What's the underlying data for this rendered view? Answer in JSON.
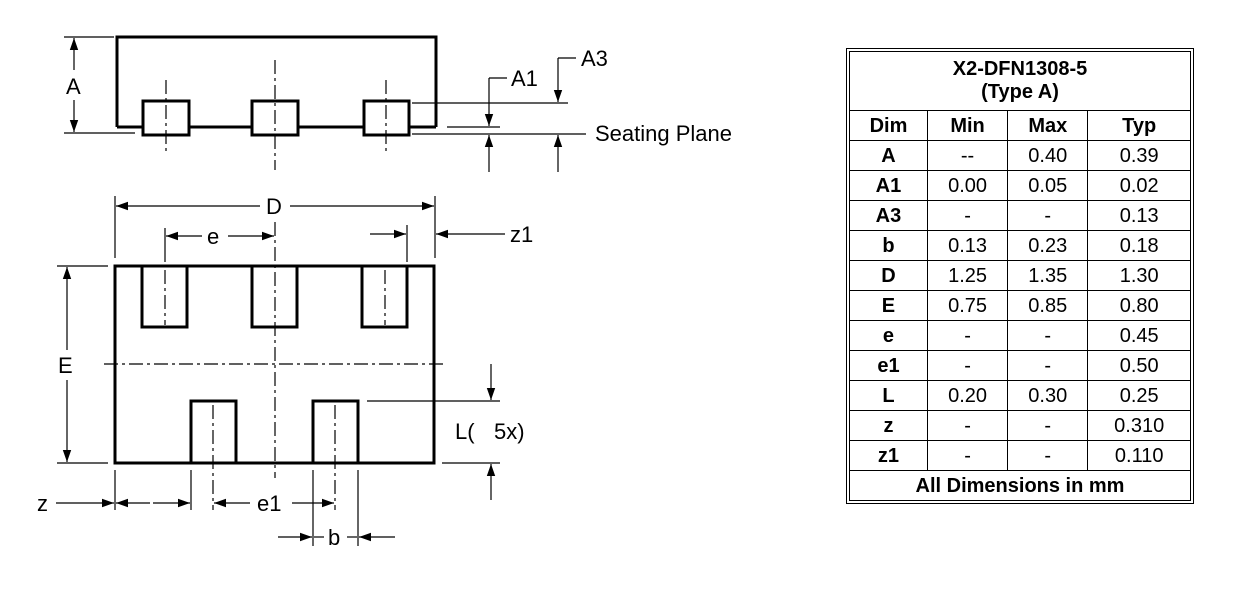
{
  "drawing": {
    "labels": {
      "A": "A",
      "A1": "A1",
      "A3": "A3",
      "seating_plane": "Seating Plane",
      "D": "D",
      "e": "e",
      "z1": "z1",
      "E": "E",
      "L": "L(",
      "L_count": "5x)",
      "z": "z",
      "e1": "e1",
      "b": "b"
    }
  },
  "table": {
    "title_line1": "X2-DFN1308-5",
    "title_line2": "(Type A)",
    "headers": [
      "Dim",
      "Min",
      "Max",
      "Typ"
    ],
    "rows": [
      [
        "A",
        "--",
        "0.40",
        "0.39"
      ],
      [
        "A1",
        "0.00",
        "0.05",
        "0.02"
      ],
      [
        "A3",
        "-",
        "-",
        "0.13"
      ],
      [
        "b",
        "0.13",
        "0.23",
        "0.18"
      ],
      [
        "D",
        "1.25",
        "1.35",
        "1.30"
      ],
      [
        "E",
        "0.75",
        "0.85",
        "0.80"
      ],
      [
        "e",
        "-",
        "-",
        "0.45"
      ],
      [
        "e1",
        "-",
        "-",
        "0.50"
      ],
      [
        "L",
        "0.20",
        "0.30",
        "0.25"
      ],
      [
        "z",
        "-",
        "-",
        "0.310"
      ],
      [
        "z1",
        "-",
        "-",
        "0.110"
      ]
    ],
    "footer": "All Dimensions in mm"
  }
}
